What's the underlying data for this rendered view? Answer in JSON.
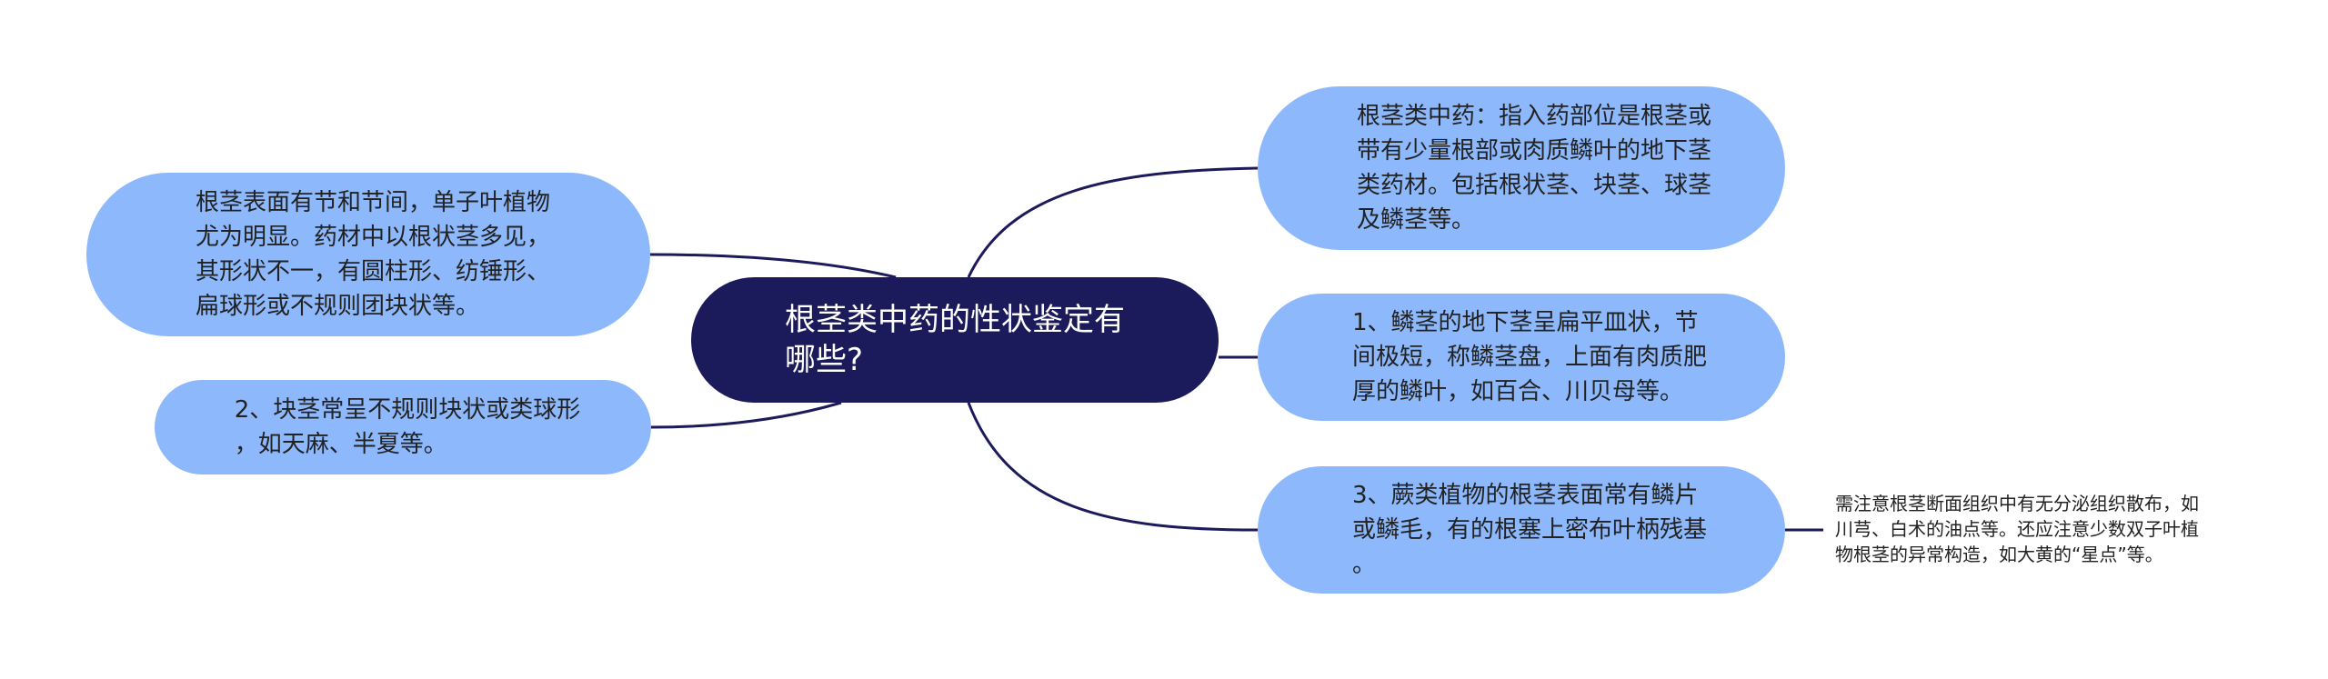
{
  "colors": {
    "center_fill": "#1b1a5b",
    "center_text": "#ffffff",
    "branch_fill": "#8db8fb",
    "branch_text": "#222222",
    "connector": "#1b1a5b"
  },
  "center": {
    "text": "根茎类中药的性状鉴定有\n哪些?"
  },
  "branches": {
    "definition": "根茎类中药：指入药部位是根茎或\n带有少量根部或肉质鳞叶的地下茎\n类药材。包括根状茎、块茎、球茎\n及鳞茎等。",
    "rhizome_nodes": "根茎表面有节和节间，单子叶植物\n尤为明显。药材中以根状茎多见，\n其形状不一，有圆柱形、纺锤形、\n扁球形或不规则团块状等。",
    "corm": "2、块茎常呈不规则块状或类球形\n，如天麻、半夏等。",
    "bulb": "1、鳞茎的地下茎呈扁平皿状，节\n间极短，称鳞茎盘，上面有肉质肥\n厚的鳞叶，如百合、川贝母等。",
    "fern": "3、蕨类植物的根茎表面常有鳞片\n或鳞毛，有的根塞上密布叶柄残基\n。"
  },
  "notes": {
    "fern_note": "需注意根茎断面组织中有无分泌组织散布，如\n川芎、白术的油点等。还应注意少数双子叶植\n物根茎的异常构造，如大黄的“星点”等。"
  }
}
